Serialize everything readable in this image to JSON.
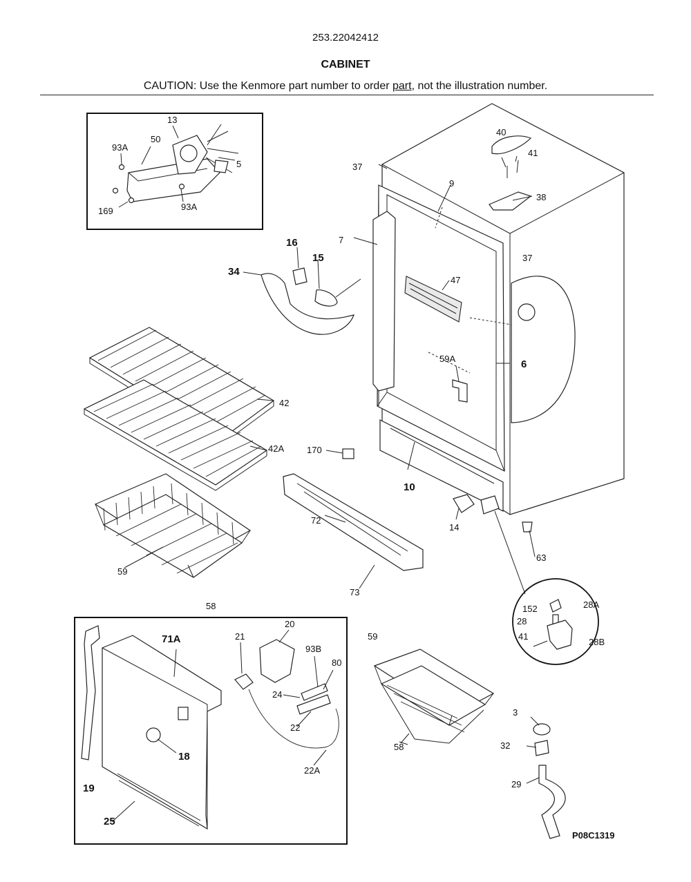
{
  "header": {
    "model_number": "253.22042412",
    "title": "CABINET",
    "caution_before": "CAUTION: Use the Kenmore part number to order ",
    "caution_part": "part",
    "caution_after": ", not the illustration number."
  },
  "diagram_code": "P08C1319",
  "inset_labels": {
    "top_left": [
      "13",
      "50",
      "93A",
      "5",
      "169",
      "93A"
    ],
    "bottom_left_title": "58",
    "bottom_left": [
      "71A",
      "21",
      "20",
      "93B",
      "80",
      "24",
      "22",
      "22A",
      "18",
      "19",
      "25"
    ],
    "hinge": [
      "152",
      "28A",
      "28",
      "41",
      "28B"
    ]
  },
  "callouts": {
    "c40": "40",
    "c41": "41",
    "c37a": "37",
    "c9": "9",
    "c38": "38",
    "c7": "7",
    "c37b": "37",
    "c16": "16",
    "c15": "15",
    "c34": "34",
    "c47": "47",
    "c59a": "59A",
    "c6": "6",
    "c42": "42",
    "c42a": "42A",
    "c170": "170",
    "c10": "10",
    "c14": "14",
    "c72": "72",
    "c63": "63",
    "c59": "59",
    "c73": "73",
    "c59b": "59",
    "c58": "58",
    "c3": "3",
    "c32": "32",
    "c29": "29"
  }
}
